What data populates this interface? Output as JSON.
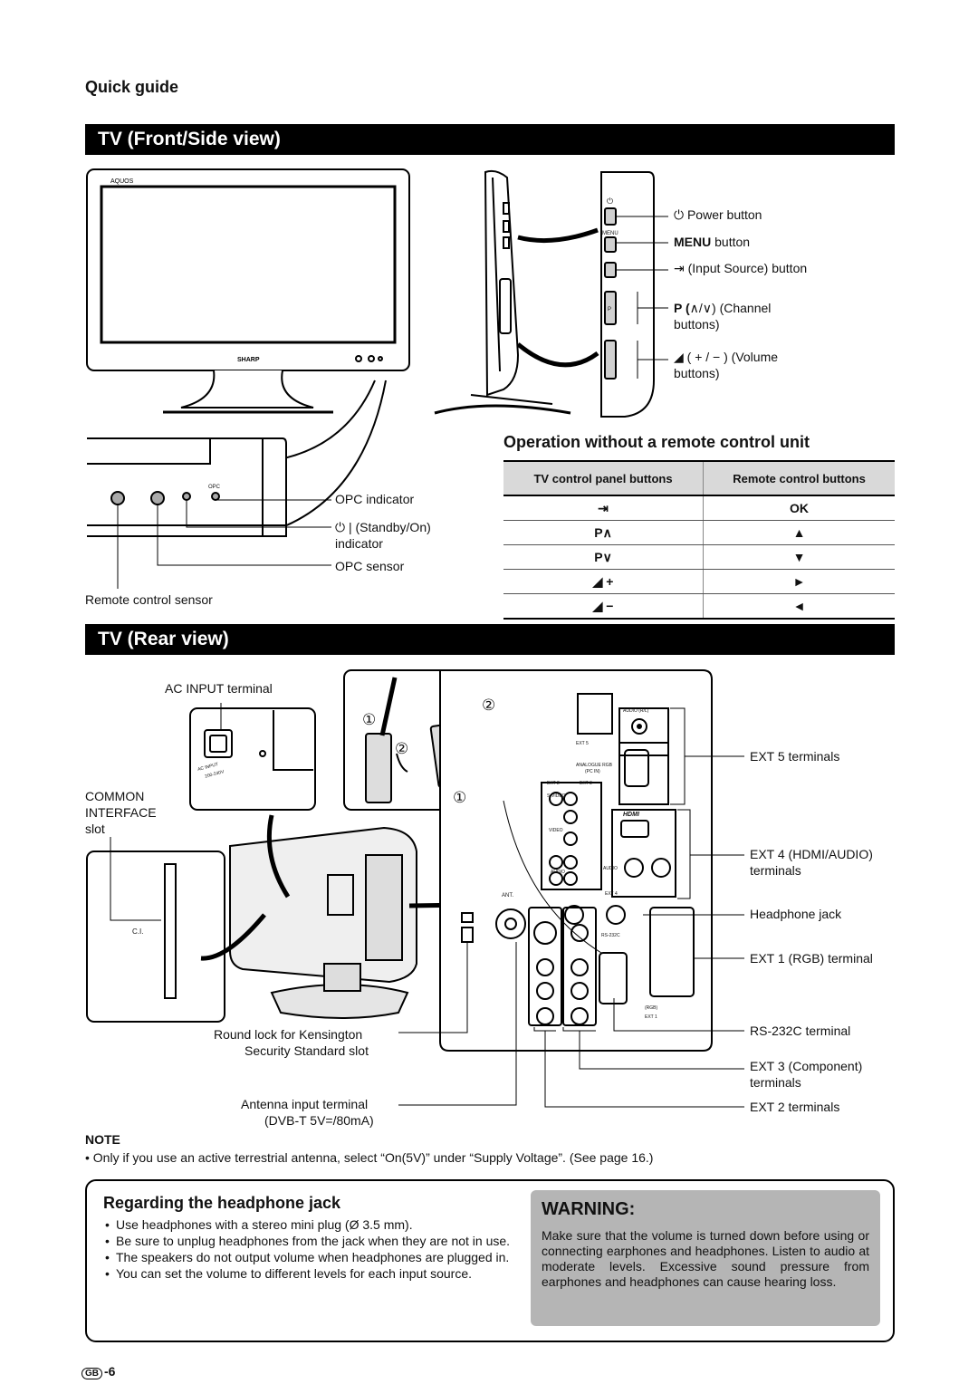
{
  "header": {
    "quick_guide": "Quick guide"
  },
  "front_section": {
    "title": "TV (Front/Side view)",
    "brand_top": "AQUOS",
    "brand_bottom": "SHARP",
    "side_labels": {
      "power": "Power button",
      "menu_bold": "MENU",
      "menu": "button",
      "input": "(Input Source) button",
      "channel_p": "P (",
      "channel": ") (Channel",
      "channel_2": "buttons)",
      "volume": "( + / − ) (Volume",
      "volume_2": "buttons)",
      "panel_power": "⏻",
      "panel_menu": "MENU",
      "panel_p": "P"
    },
    "front_labels": {
      "opc_indicator": "OPC indicator",
      "standby": "(Standby/On)",
      "standby_2": "indicator",
      "opc_sensor": "OPC sensor",
      "remote_sensor": "Remote control sensor",
      "panel_opc": "OPC"
    }
  },
  "operation": {
    "title": "Operation without a remote control unit",
    "col1": "TV control panel buttons",
    "col2": "Remote control buttons",
    "rows": [
      {
        "tv": "⇥",
        "remote": "OK"
      },
      {
        "tv": "P∧",
        "remote": "▲"
      },
      {
        "tv": "P∨",
        "remote": "▼"
      },
      {
        "tv": "◢ +",
        "remote": "►"
      },
      {
        "tv": "◢ −",
        "remote": "◄"
      }
    ]
  },
  "rear_section": {
    "title": "TV (Rear view)",
    "labels": {
      "ac_input": "AC INPUT terminal",
      "common_interface": "COMMON",
      "common_interface_2": "INTERFACE",
      "common_interface_3": "slot",
      "ci": "C.I.",
      "kensington": "Round lock for Kensington",
      "kensington_2": "Security Standard slot",
      "antenna": "Antenna input terminal",
      "antenna_2": "(DVB-T 5V=/80mA)",
      "ext5": "EXT 5 terminals",
      "ext4": "EXT 4 (HDMI/AUDIO)",
      "ext4_2": "terminals",
      "headphone": "Headphone jack",
      "ext1": "EXT 1 (RGB) terminal",
      "rs232c": "RS-232C terminal",
      "ext3": "EXT 3 (Component)",
      "ext3_2": "terminals",
      "ext2": "EXT 2 terminals",
      "num1": "①",
      "num2": "②"
    },
    "panel_text": {
      "audio_rl": "AUDIO (R/L)",
      "ext5": "EXT 5",
      "analogue": "ANALOGUE RGB",
      "pcin": "(PC IN)",
      "ext2": "EXT 2",
      "ext3": "EXT 3",
      "svideo": "S-VIDEO",
      "video": "VIDEO",
      "audio": "AUDIO",
      "hdmi": "HDMI",
      "ext4": "EXT 4",
      "ant": "ANT.",
      "rs232c": "RS-232C",
      "rgb": "(RGB)",
      "ext1": "EXT 1",
      "ac_input": "AC INPUT",
      "ac_volt": "200-240V"
    }
  },
  "note": {
    "title": "NOTE",
    "text": "• Only if you use an active terrestrial antenna, select “On(5V)” under “Supply Voltage”. (See page 16.)"
  },
  "headphone": {
    "title": "Regarding the headphone jack",
    "bullets": [
      "Use headphones with a stereo mini plug (Ø 3.5 mm).",
      "Be sure to unplug headphones from the jack when they are not in use.",
      "The speakers do not output volume when headphones are plugged in.",
      "You can set the volume to different levels for each input source."
    ]
  },
  "warning": {
    "title": "WARNING:",
    "text": "Make sure that the volume is turned down before using or connecting earphones and headphones. Listen to audio at moderate levels. Excessive sound pressure from earphones and headphones can cause hearing loss."
  },
  "footer": {
    "page_prefix": "GB",
    "page": "-6"
  }
}
